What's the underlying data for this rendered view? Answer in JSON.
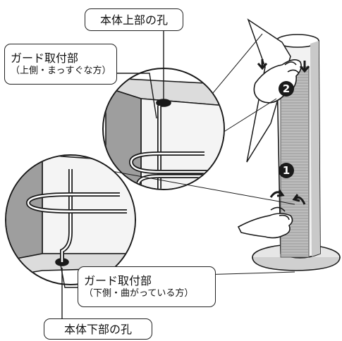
{
  "labels": {
    "top_hole": "本体上部の孔",
    "guard_upper_title": "ガード取付部",
    "guard_upper_detail": "（上側・まっすぐな方）",
    "guard_lower_title": "ガード取付部",
    "guard_lower_detail": "（下側・曲がっている方）",
    "bottom_hole": "本体下部の孔"
  },
  "steps": {
    "step1": "1",
    "step2": "2"
  },
  "colors": {
    "line": "#1a1a1a",
    "shade": "#d9d9d9",
    "dark_shade": "#8c8c8c"
  }
}
